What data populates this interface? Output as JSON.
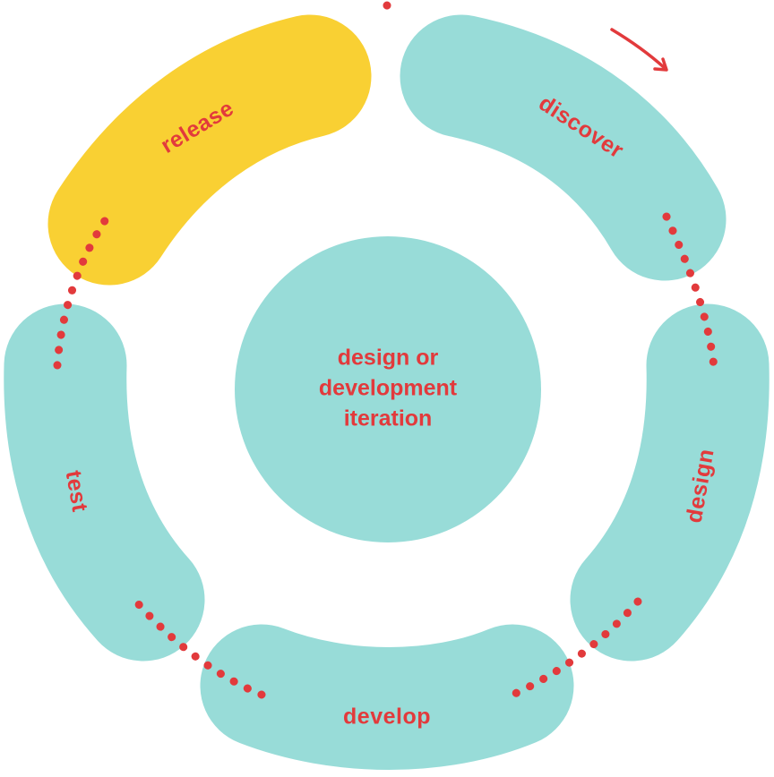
{
  "diagram": {
    "center": {
      "lines": [
        "design or",
        "development",
        "iteration"
      ]
    },
    "stages": [
      {
        "id": "discover",
        "label": "discover"
      },
      {
        "id": "design",
        "label": "design"
      },
      {
        "id": "develop",
        "label": "develop"
      },
      {
        "id": "test",
        "label": "test"
      },
      {
        "id": "release",
        "label": "release",
        "highlighted": true
      }
    ],
    "colors": {
      "segment": "#98dcd8",
      "highlight": "#f9d033",
      "text": "#e23a3c",
      "connector": "#e23a3c"
    }
  }
}
